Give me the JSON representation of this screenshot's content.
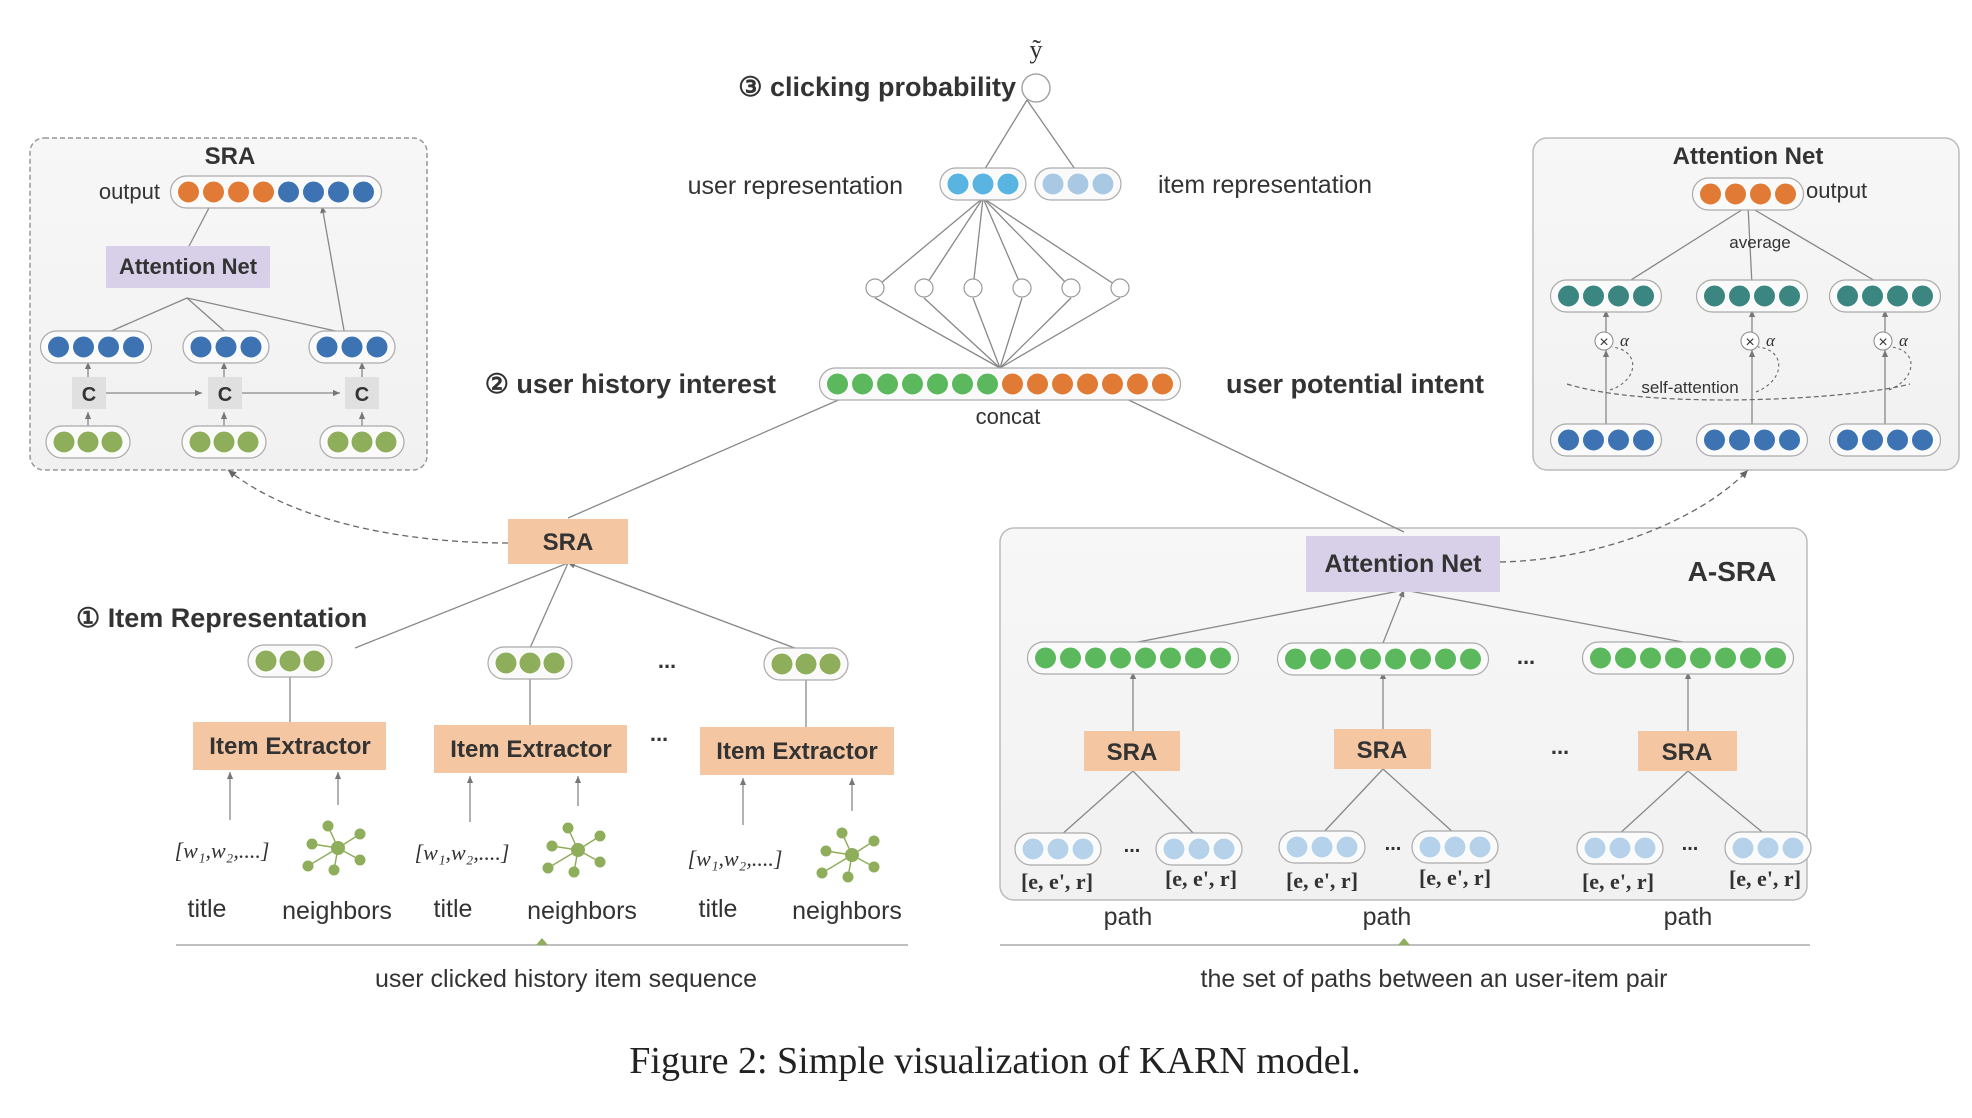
{
  "colors": {
    "orange": "#e07a34",
    "dark_blue": "#3e73b3",
    "olive_green": "#8fae5b",
    "bright_green": "#5cb85c",
    "sky_blue": "#5ab4e2",
    "pale_blue": "#a8c8e3",
    "teal": "#3b8680",
    "light_path_blue": "#b5d2ea",
    "extractor_fill": "#f5c6a2",
    "attention_fill": "#d8d0e8"
  },
  "output": {
    "y_symbol": "ỹ",
    "label": "③ clicking probability"
  },
  "representations": {
    "user": "user representation",
    "item": "item representation"
  },
  "concat_row": {
    "left_label": "② user history interest",
    "right_label": "user potential intent",
    "concat": "concat"
  },
  "sra_inset": {
    "title": "SRA",
    "output": "output",
    "attention": "Attention Net",
    "cell": "C"
  },
  "attention_inset": {
    "title": "Attention Net",
    "output": "output",
    "average": "average",
    "self_attention": "self-attention",
    "times": "×",
    "alpha": "α"
  },
  "left": {
    "sra": "SRA",
    "item_rep_label": "① Item Representation",
    "extractor": "Item Extractor",
    "words": "[w₁,w₂,....]",
    "title": "title",
    "neighbors": "neighbors",
    "ellipsis": "...",
    "caption": "user clicked history item sequence"
  },
  "right": {
    "attention": "Attention Net",
    "asra": "A-SRA",
    "sra": "SRA",
    "path_tuple": "[e, e', r]",
    "path": "path",
    "ellipsis": "...",
    "caption": "the set of paths between an user-item pair"
  },
  "figure_caption": "Figure 2: Simple visualization of KARN model."
}
